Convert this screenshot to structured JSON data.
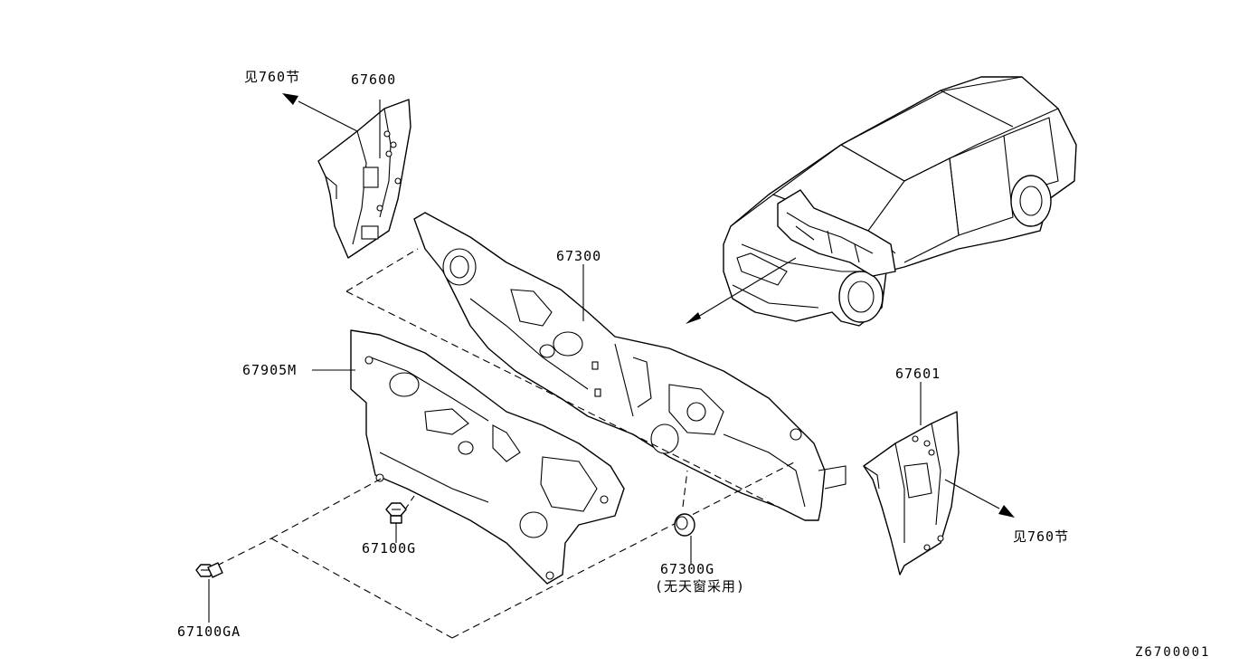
{
  "diagram": {
    "drawing_code": "Z6700001",
    "callouts": [
      {
        "id": "67600",
        "text": "67600"
      },
      {
        "id": "67300",
        "text": "67300"
      },
      {
        "id": "67905M",
        "text": "67905M"
      },
      {
        "id": "67601",
        "text": "67601"
      },
      {
        "id": "67100G",
        "text": "67100G"
      },
      {
        "id": "67100GA",
        "text": "67100GA"
      },
      {
        "id": "67300G",
        "text": "67300G"
      }
    ],
    "notes": {
      "see_section_left": "见760节",
      "see_section_right": "见760节",
      "no_sunroof": "(无天窗采用)"
    }
  }
}
